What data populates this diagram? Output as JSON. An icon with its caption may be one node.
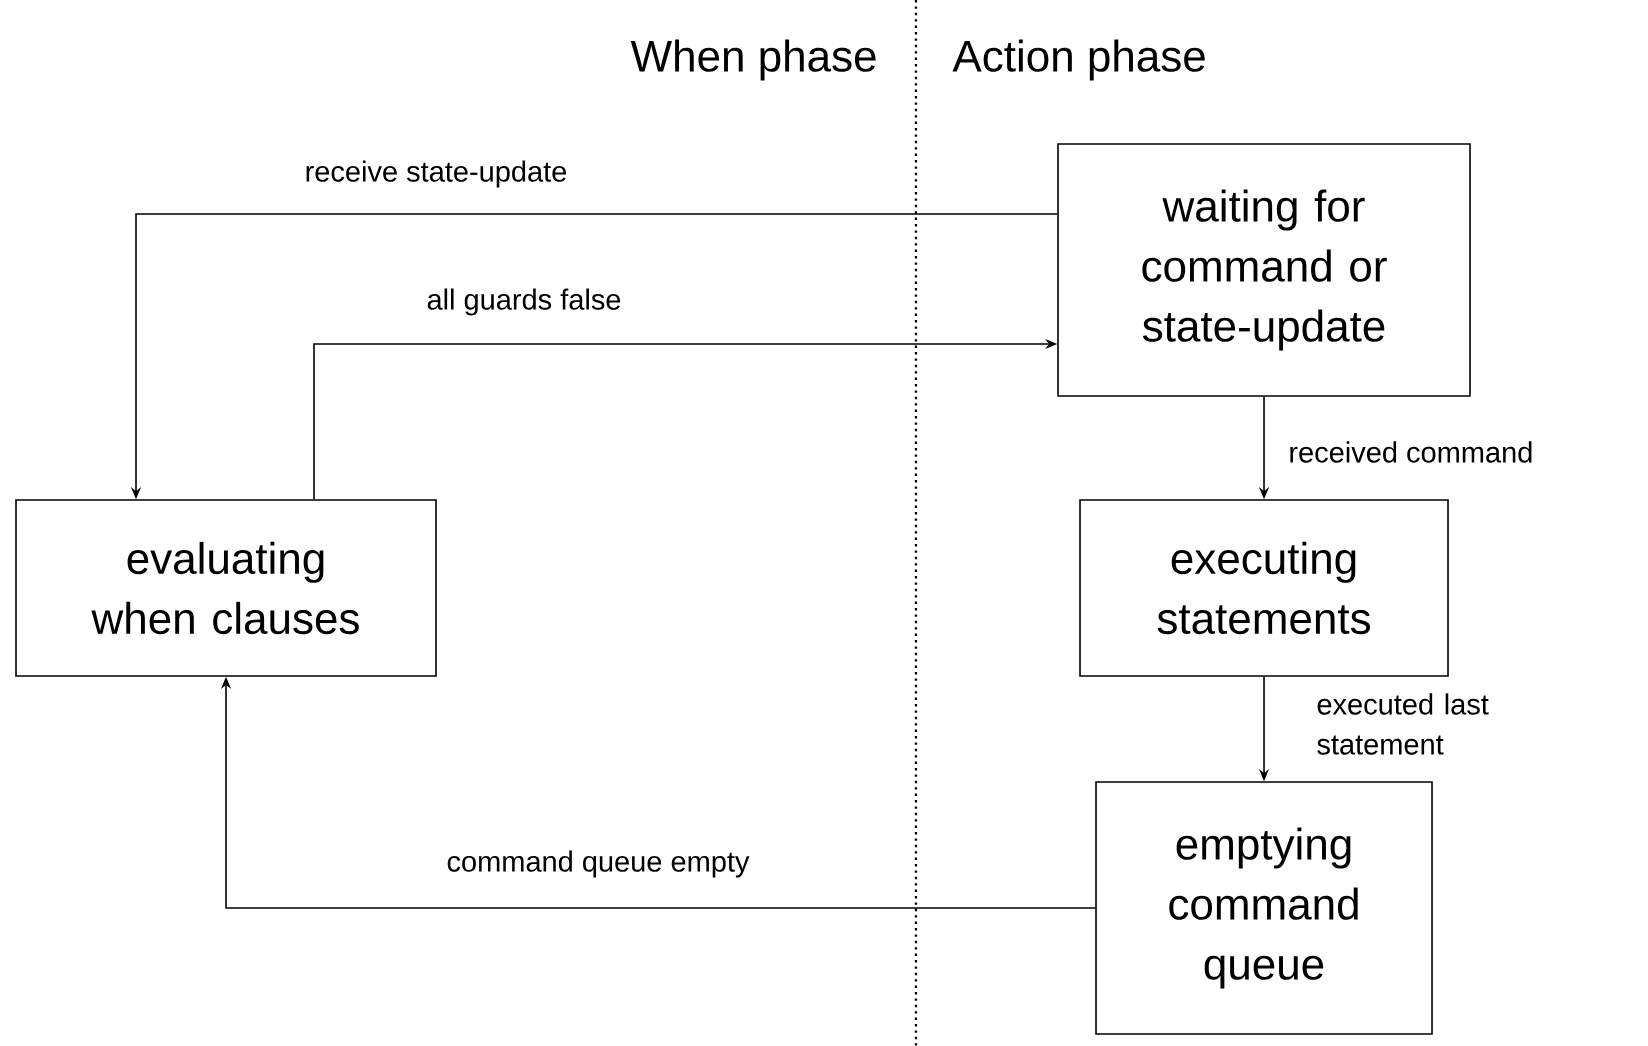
{
  "diagram": {
    "nodes": [
      {
        "text": [
          "waiting for command or state-update"
        ]
      },
      {
        "text": [
          "evaluating when clauses"
        ]
      },
      {
        "text": [
          "executing statements"
        ]
      },
      {
        "text": [
          "emptying command queue"
        ]
      }
    ],
    "edges": [
      {
        "from": 0,
        "to": 1,
        "arrow": "to",
        "label": "receive state-update"
      },
      {
        "from": 1,
        "to": 0,
        "arrow": "to",
        "label": "all guards false"
      },
      {
        "from": 0,
        "to": 2,
        "arrow": "to",
        "label": "received command"
      },
      {
        "from": 2,
        "to": 3,
        "arrow": "to",
        "label": "executed last statement"
      },
      {
        "from": 3,
        "to": 1,
        "arrow": "to",
        "label": "command queue empty"
      }
    ],
    "labels": [
      "When phase",
      "Action phase"
    ]
  }
}
